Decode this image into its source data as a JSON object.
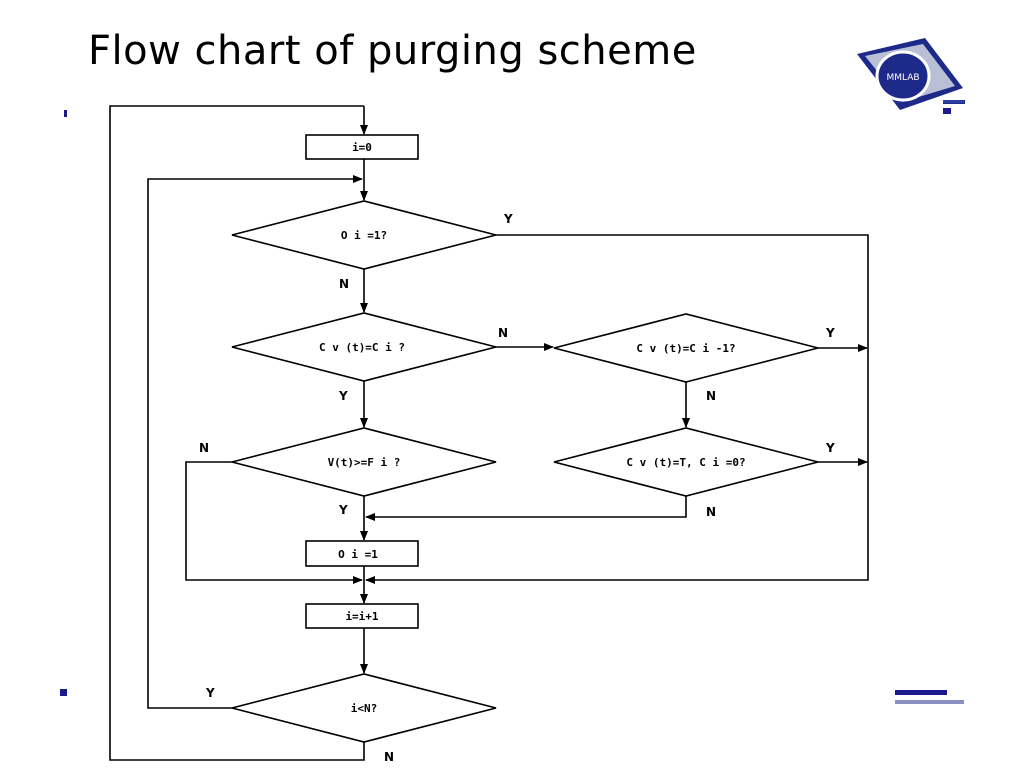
{
  "title": "Flow chart of purging scheme",
  "logo": {
    "text": "MMLAB",
    "icon": "mmlab-logo",
    "color_primary": "#1e2a8a",
    "color_secondary": "#b9c0d6"
  },
  "accent_color": "#1a1a8c",
  "flowchart": {
    "init": "i=0",
    "dec_oi": "O i =1?",
    "dec_cv_ci": "C v (t)=C i ?",
    "dec_cv_ci_minus": "C v (t)=C i -1?",
    "dec_v_fi": "V(t)>=F i ?",
    "dec_cv_t": "C v (t)=T, C i =0?",
    "set_oi": "O i =1",
    "incr": "i=i+1",
    "dec_loop": "i<N?",
    "labels": {
      "yes": "Y",
      "no": "N"
    }
  }
}
